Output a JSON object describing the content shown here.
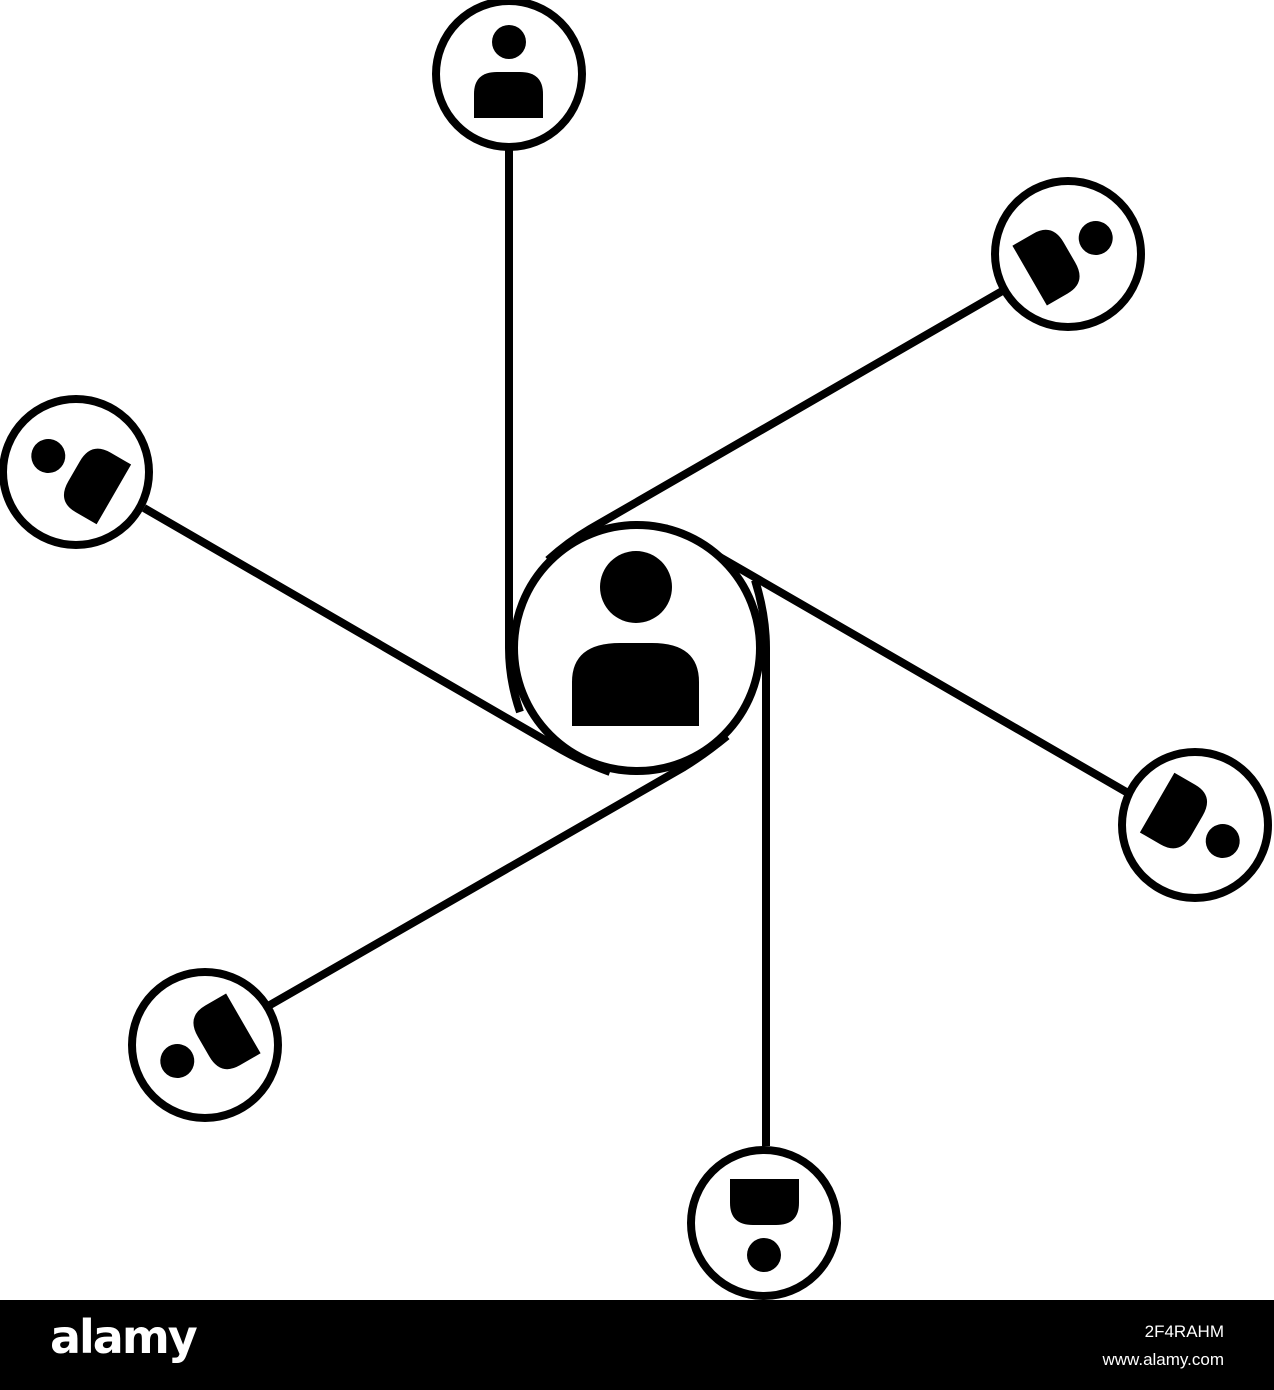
{
  "diagram": {
    "type": "hub-and-spoke network",
    "hub": {
      "icon": "person-icon"
    },
    "nodes": [
      {
        "id": "top",
        "icon": "person-icon"
      },
      {
        "id": "upper-right",
        "icon": "person-icon"
      },
      {
        "id": "lower-right",
        "icon": "person-icon"
      },
      {
        "id": "bottom",
        "icon": "person-icon"
      },
      {
        "id": "lower-left",
        "icon": "person-icon"
      },
      {
        "id": "upper-left",
        "icon": "person-icon"
      }
    ],
    "colors": {
      "stroke": "#000000",
      "fill": "#ffffff"
    }
  },
  "watermark": {
    "brand": "alamy",
    "image_id": "2F4RAHM",
    "site": "www.alamy.com",
    "colors": {
      "bar": "#000000",
      "text": "#ffffff"
    }
  }
}
